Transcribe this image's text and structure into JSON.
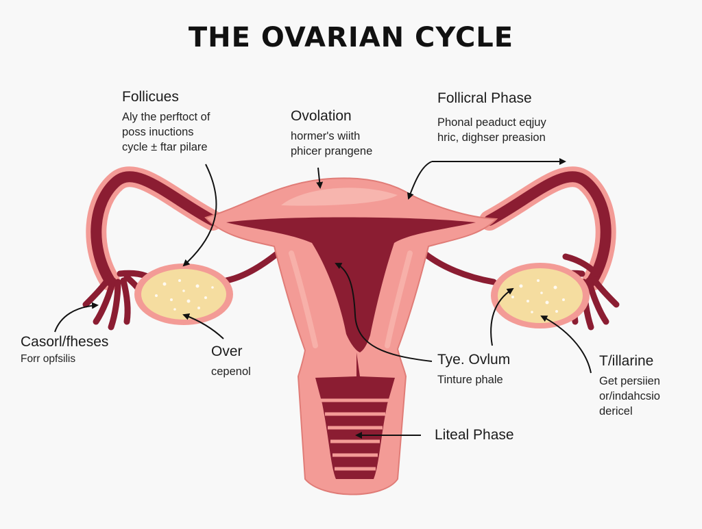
{
  "title": "THE OVARIAN CYCLE",
  "labels": {
    "follicles": {
      "heading": "Follicues",
      "lines": [
        "Aly the perftoct of",
        "poss inuctions",
        "cycle ± ftar pilare"
      ]
    },
    "ovolation": {
      "heading": "Ovolation",
      "lines": [
        "hormer's wiith",
        "phicer prangene"
      ]
    },
    "follicral_phase": {
      "heading": "Follicral Phase",
      "lines": [
        "Phonal peaduct eqjuy",
        "hric, dighser preasion"
      ]
    },
    "casorl": {
      "heading": "Casorl/fheses",
      "lines": [
        "Forr opfsilis"
      ]
    },
    "over": {
      "heading": "Over",
      "lines": [
        "cepenol"
      ]
    },
    "tye_ovlum": {
      "heading": "Tye. Ovlum",
      "lines": [
        "Tinture phale"
      ]
    },
    "tillarine": {
      "heading": "T/illarine",
      "lines": [
        "Get persiien",
        "or/indahcsio",
        "dericel"
      ]
    },
    "liteal_phase": {
      "heading": "Liteal Phase",
      "lines": []
    }
  },
  "colors": {
    "tissue": "#f39b96",
    "tissue_light": "#f7b5ae",
    "tissue_edge": "#e07c77",
    "dark_red": "#8b1d32",
    "ovary": "#f5dda0",
    "background": "#f8f8f8"
  }
}
